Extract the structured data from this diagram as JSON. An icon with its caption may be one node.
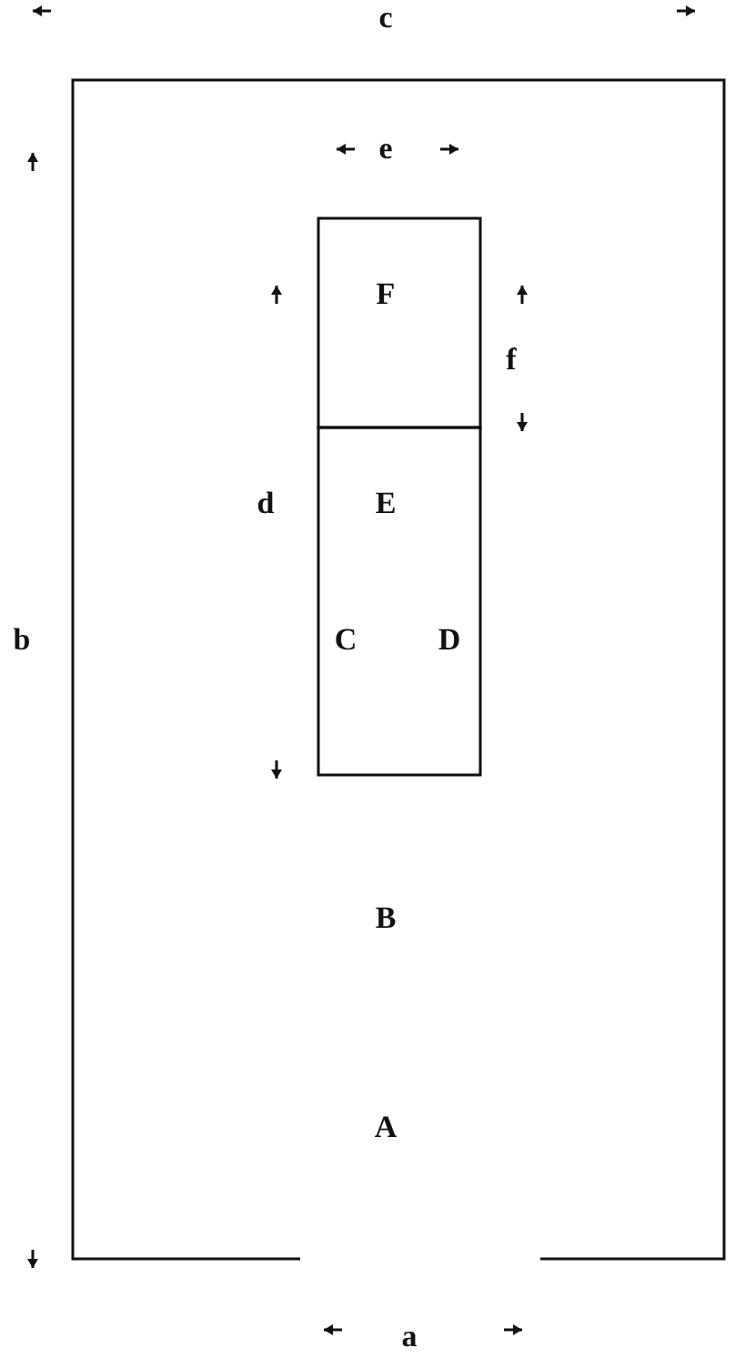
{
  "diagram": {
    "nodes": [
      {
        "text": [
          "B",
          "A"
        ]
      },
      {
        "text": [
          "F"
        ],
        "in": 0
      },
      {
        "text": [
          "E",
          "C",
          "D"
        ],
        "in": 0
      }
    ],
    "labels": [
      "c",
      "e",
      "f",
      "d",
      "b",
      "a"
    ]
  }
}
